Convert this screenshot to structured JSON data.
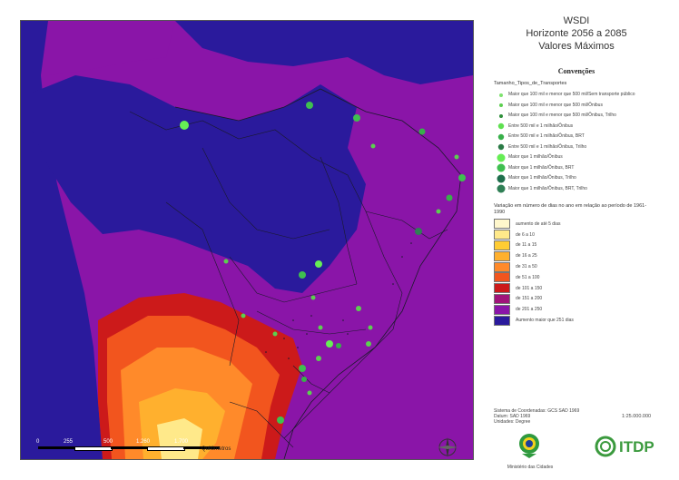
{
  "title": {
    "line1": "WSDI",
    "line2": "Horizonte 2056 a 2085",
    "line3": "Valores Máximos"
  },
  "legend": {
    "heading": "Convenções",
    "symbols_title": "Tamanho_Tipos_de_Transportes",
    "symbols": [
      {
        "label": "Maior que 100 mil e menor que 500 mil/Sem transporte público",
        "color": "#7ee26e",
        "kind": "small"
      },
      {
        "label": "Maior que 100 mil e menor que 500 mil/Ônibus",
        "color": "#5ccf50",
        "kind": "small"
      },
      {
        "label": "Maior que 100 mil e menor que 500 mil/Ônibus, Trilho",
        "color": "#2f8f3a",
        "kind": "small"
      },
      {
        "label": "Entre 500 mil e 1 milhão/Ônibus",
        "color": "#5fe050",
        "kind": "medium"
      },
      {
        "label": "Entre 500 mil e 1 milhão/Ônibus, BRT",
        "color": "#38b04a",
        "kind": "medium"
      },
      {
        "label": "Entre 500 mil e 1 milhão/Ônibus, Trilho",
        "color": "#2a7a45",
        "kind": "medium"
      },
      {
        "label": "Maior que 1 milhão/Ônibus",
        "color": "#66ee55",
        "kind": "large"
      },
      {
        "label": "Maior que 1 milhão/Ônibus, BRT",
        "color": "#3fbf50",
        "kind": "large"
      },
      {
        "label": "Maior que 1 milhão/Ônibus, Trilho",
        "color": "#1f6f4c",
        "kind": "large"
      },
      {
        "label": "Maior que 1 milhão/Ônibus, BRT, Trilho",
        "color": "#2f7f55",
        "kind": "large"
      }
    ],
    "variation_title": "Variação em número de dias no ano em relação ao período de 1961-1990",
    "classes": [
      {
        "label": "aumento de até 5 dias",
        "color": "#fff7cc"
      },
      {
        "label": "de 6 a 10",
        "color": "#ffe98a"
      },
      {
        "label": "de 11 a 15",
        "color": "#ffcc33"
      },
      {
        "label": "de 16 a 25",
        "color": "#ffb02e"
      },
      {
        "label": "de 31 a 50",
        "color": "#ff8a2a"
      },
      {
        "label": "de 51 a 100",
        "color": "#f2551e"
      },
      {
        "label": "de 101 a 150",
        "color": "#cc1a1a"
      },
      {
        "label": "de 151 a 200",
        "color": "#a0147a"
      },
      {
        "label": "de 201 a 250",
        "color": "#8a15a8"
      },
      {
        "label": "Aumento maior que 251 dias",
        "color": "#2a1a9c"
      }
    ]
  },
  "datum": {
    "line1": "Sistema de Coordenadas: GCS SAD 1969",
    "line2": "Datum: SAD 1969",
    "line3": "Unidades: Degree"
  },
  "scale_text": "1:25.000.000",
  "scalebar": {
    "labels": [
      "0",
      "255",
      "500",
      "1.260",
      "1.700",
      "Quilômetros"
    ]
  },
  "logos": {
    "ministry_label": "Ministério das Cidades",
    "itdp_text": "ITDP"
  },
  "icons": {
    "north": "north-arrow-icon",
    "seal": "brazil-seal-icon",
    "itdp": "itdp-swirl-icon"
  }
}
